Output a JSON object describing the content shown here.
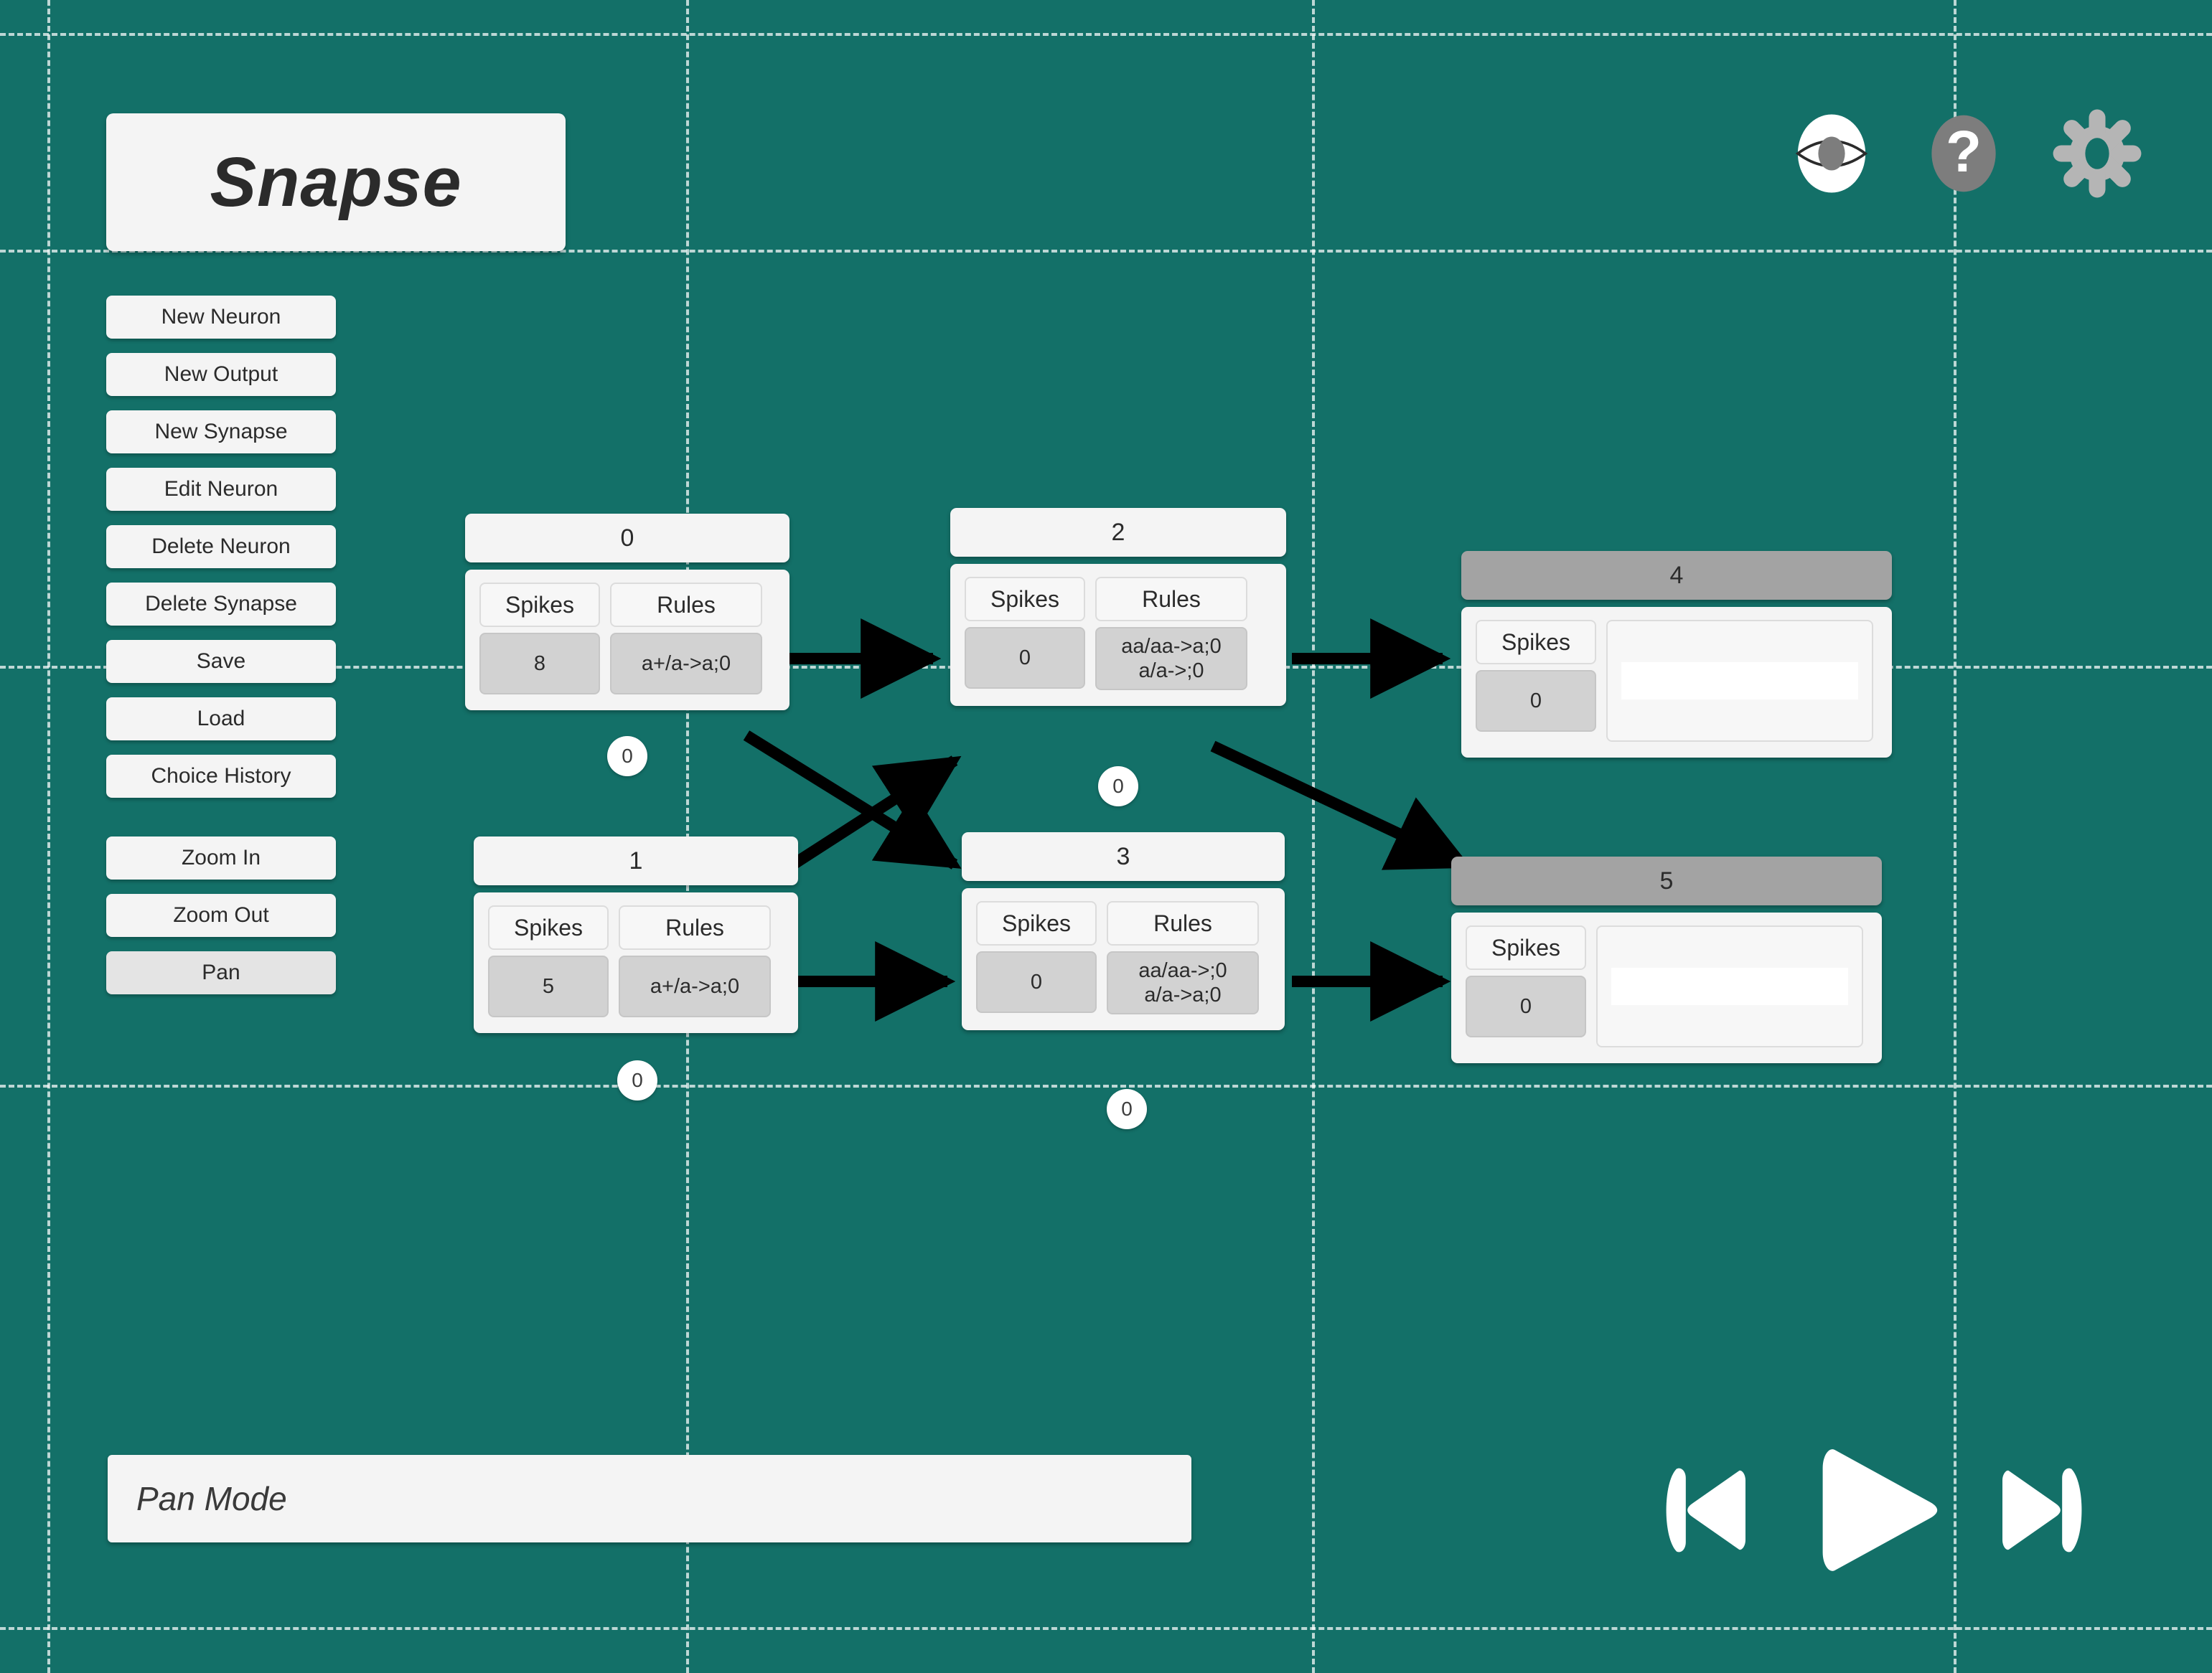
{
  "app": {
    "title": "Snapse",
    "background_color": "#137068"
  },
  "sidebar": {
    "items": [
      {
        "label": "New Neuron",
        "name": "new-neuron"
      },
      {
        "label": "New Output",
        "name": "new-output"
      },
      {
        "label": "New Synapse",
        "name": "new-synapse"
      },
      {
        "label": "Edit Neuron",
        "name": "edit-neuron"
      },
      {
        "label": "Delete Neuron",
        "name": "delete-neuron"
      },
      {
        "label": "Delete Synapse",
        "name": "delete-synapse"
      },
      {
        "label": "Save",
        "name": "save"
      },
      {
        "label": "Load",
        "name": "load"
      },
      {
        "label": "Choice History",
        "name": "choice-history"
      },
      {
        "label": "Zoom In",
        "name": "zoom-in"
      },
      {
        "label": "Zoom Out",
        "name": "zoom-out"
      },
      {
        "label": "Pan",
        "name": "pan"
      }
    ]
  },
  "toolbar_icons": [
    {
      "name": "eye-icon",
      "color": "#ffffff"
    },
    {
      "name": "help-icon",
      "color": "#7d7d7d"
    },
    {
      "name": "settings-icon",
      "color": "#b5b5b5"
    }
  ],
  "labels": {
    "spikes": "Spikes",
    "rules": "Rules"
  },
  "nodes": [
    {
      "id": "0",
      "type": "neuron",
      "spikes": "8",
      "rules": [
        "a+/a->a;0"
      ],
      "badge": "0"
    },
    {
      "id": "1",
      "type": "neuron",
      "spikes": "5",
      "rules": [
        "a+/a->a;0"
      ],
      "badge": "0"
    },
    {
      "id": "2",
      "type": "neuron",
      "spikes": "0",
      "rules": [
        "aa/aa->a;0",
        "a/a->;0"
      ],
      "badge": "0"
    },
    {
      "id": "3",
      "type": "neuron",
      "spikes": "0",
      "rules": [
        "aa/aa->;0",
        "a/a->a;0"
      ],
      "badge": "0"
    },
    {
      "id": "4",
      "type": "output",
      "spikes": "0",
      "output_value": ""
    },
    {
      "id": "5",
      "type": "output",
      "spikes": "0",
      "output_value": ""
    }
  ],
  "synapses": [
    {
      "from": "0",
      "to": "2"
    },
    {
      "from": "0",
      "to": "3"
    },
    {
      "from": "1",
      "to": "2"
    },
    {
      "from": "1",
      "to": "3"
    },
    {
      "from": "2",
      "to": "4"
    },
    {
      "from": "2",
      "to": "5"
    },
    {
      "from": "3",
      "to": "5"
    }
  ],
  "status": {
    "mode_text": "Pan Mode"
  },
  "transport": [
    {
      "name": "previous-step-button"
    },
    {
      "name": "play-button"
    },
    {
      "name": "next-step-button"
    }
  ]
}
